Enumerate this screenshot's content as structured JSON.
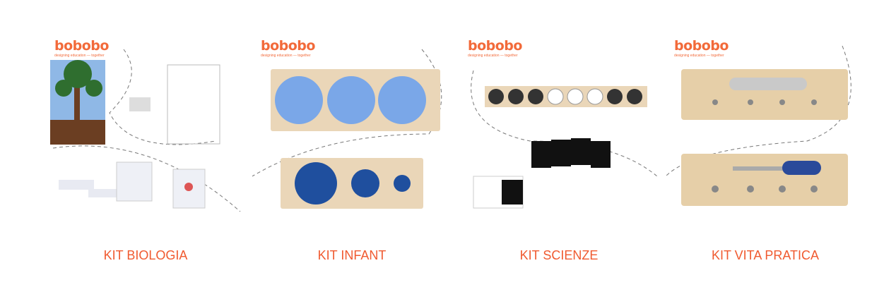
{
  "brand": {
    "logo": "bobobo",
    "tagline": "designing education — together"
  },
  "accent_color": "#f05a30",
  "products": [
    {
      "label": "KIT BIOLOGIA"
    },
    {
      "label": "KIT INFANT"
    },
    {
      "label": "KIT SCIENZE"
    },
    {
      "label": "KIT VITA PRATICA"
    }
  ]
}
